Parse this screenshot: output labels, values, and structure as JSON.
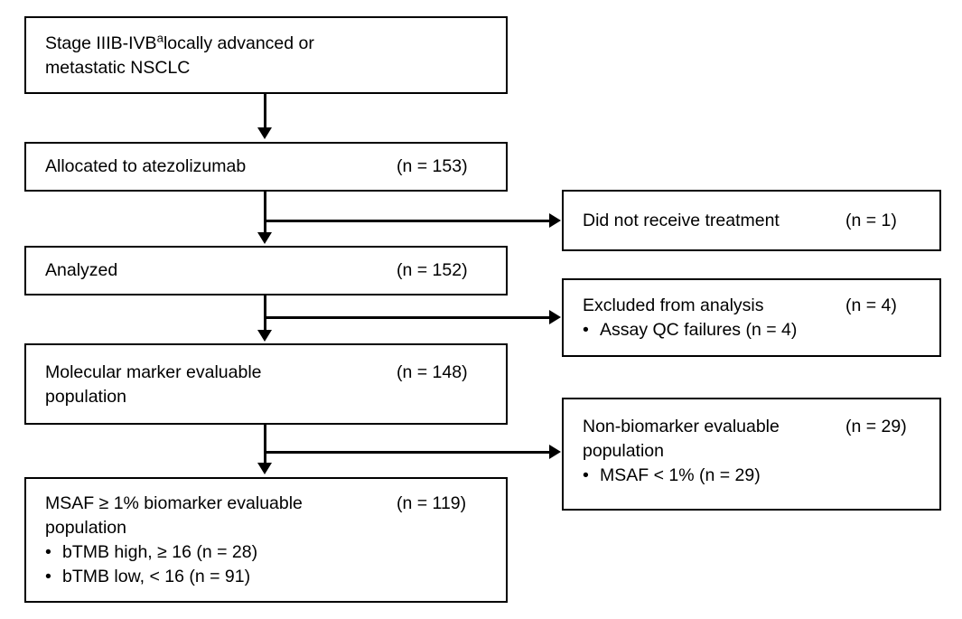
{
  "diagram": {
    "title": "CONSORT-style patient flow diagram",
    "type": "flowchart",
    "stroke_color": "#000000",
    "background_color": "#ffffff",
    "bullet_glyph": "•",
    "nodes": [
      {
        "id": "enrollment",
        "column": "left",
        "lines": [
          {
            "label_pre": "Stage IIIB-IVB",
            "sup": "a",
            "label_post": " locally advanced or",
            "count": ""
          },
          {
            "label": "metastatic NSCLC",
            "count": ""
          }
        ]
      },
      {
        "id": "allocation",
        "column": "left",
        "lines": [
          {
            "label": "Allocated to atezolizumab",
            "count": "(n = 153)"
          }
        ]
      },
      {
        "id": "analyzed",
        "column": "left",
        "lines": [
          {
            "label": "Analyzed",
            "count": "(n = 152)"
          }
        ]
      },
      {
        "id": "molecular-marker-evaluable",
        "column": "left",
        "lines": [
          {
            "label": "Molecular marker evaluable",
            "count": "(n = 148)"
          },
          {
            "label": "population",
            "count": ""
          }
        ]
      },
      {
        "id": "msaf-biomarker-evaluable",
        "column": "left",
        "lines": [
          {
            "label": "MSAF ≥ 1% biomarker evaluable",
            "count": "(n = 119)"
          },
          {
            "label": "population",
            "count": ""
          }
        ],
        "bullets": [
          {
            "label": "bTMB high, ≥ 16",
            "count": "(n = 28)"
          },
          {
            "label": "bTMB low, < 16",
            "count": "(n = 91)"
          }
        ]
      },
      {
        "id": "did-not-receive-treatment",
        "column": "right",
        "lines": [
          {
            "label": "Did not receive treatment",
            "count": "(n = 1)"
          }
        ]
      },
      {
        "id": "excluded-from-analysis",
        "column": "right",
        "lines": [
          {
            "label": "Excluded from analysis",
            "count": "(n = 4)"
          }
        ],
        "bullets": [
          {
            "label": "Assay QC failures",
            "count": "(n = 4)"
          }
        ]
      },
      {
        "id": "non-biomarker-evaluable",
        "column": "right",
        "lines": [
          {
            "label": "Non-biomarker evaluable",
            "count": "(n = 29)"
          },
          {
            "label": "population",
            "count": ""
          }
        ],
        "bullets": [
          {
            "label": "MSAF < 1%",
            "count": "(n = 29)"
          }
        ]
      }
    ]
  }
}
